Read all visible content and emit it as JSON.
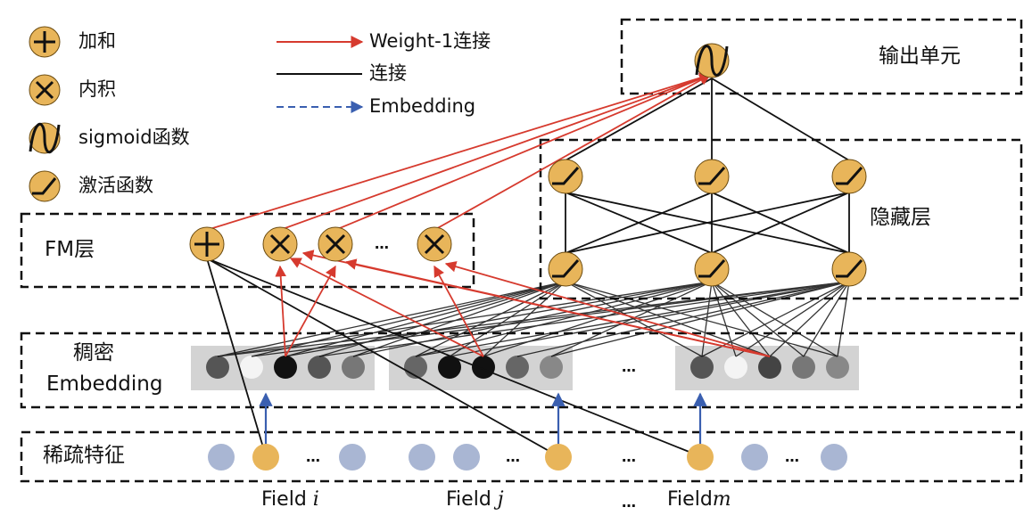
{
  "legend": {
    "add_label": "加和",
    "inner_product_label": "内积",
    "sigmoid_label": "sigmoid函数",
    "activation_label": "激活函数",
    "weight1_label": "Weight-1连接",
    "connection_label": "连接",
    "embedding_label": "Embedding"
  },
  "layers": {
    "output": "输出单元",
    "hidden": "隐藏层",
    "fm": "FM层",
    "dense_line1": "稠密",
    "dense_line2": "Embedding",
    "sparse": "稀疏特征"
  },
  "fields": {
    "prefix": "Field",
    "i": "i",
    "j": "j",
    "m": "m"
  },
  "ellipsis": "…",
  "colors": {
    "node_orange": "#E8B55A",
    "sparse_blue": "#A9B6D3",
    "weight_red": "#D63A2E",
    "embedding_blue": "#3A5FB0",
    "connection_black": "#111111"
  }
}
